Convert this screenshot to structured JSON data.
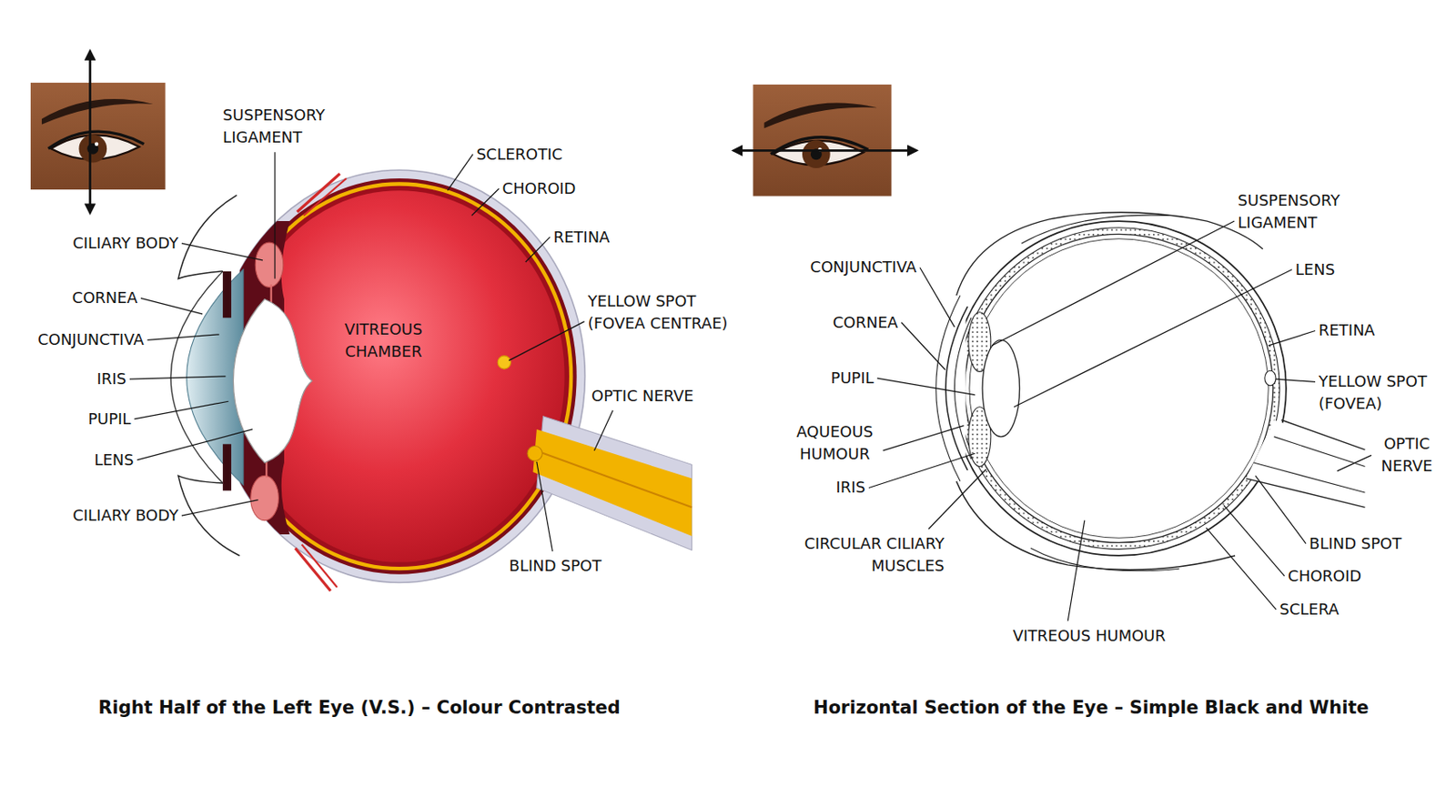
{
  "diagram": {
    "labels": [
      "SUSPENSORY LIGAMENT",
      "SCLEROTIC",
      "CHOROID",
      "CILIARY BODY",
      "RETINA",
      "CORNEA",
      "YELLOW SPOT (FOVEA CENTRAE)",
      "CONJUNCTIVA",
      "VITREOUS CHAMBER",
      "IRIS",
      "OPTIC NERVE",
      "PUPIL",
      "LENS",
      "CILIARY BODY",
      "BLIND SPOT",
      "SUSPENSORY LIGAMENT",
      "CONJUNCTIVA",
      "LENS",
      "CORNEA",
      "RETINA",
      "PUPIL",
      "YELLOW SPOT (FOVEA)",
      "AQUEOUS HUMOUR",
      "OPTIC NERVE",
      "IRIS",
      "CIRCULAR CILIARY MUSCLES",
      "BLIND SPOT",
      "CHOROID",
      "SCLERA",
      "VITREOUS HUMOUR",
      "Right Half of the Left Eye (V.S.) – Colour Contrasted",
      "Horizontal Section of the Eye – Simple Black and White"
    ]
  }
}
